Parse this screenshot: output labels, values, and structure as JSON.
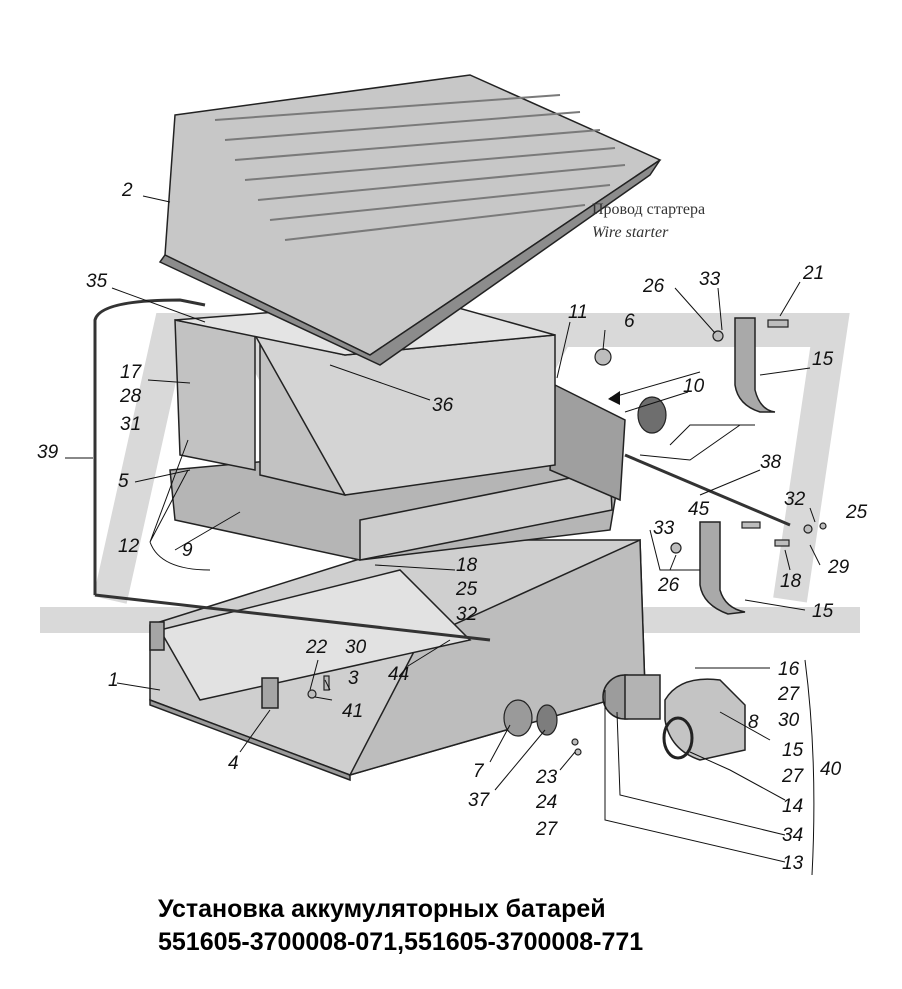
{
  "caption": {
    "line1": "Установка аккумуляторных батарей",
    "line2": "551605-3700008-071,551605-3700008-771"
  },
  "wire_label": {
    "ru": "Провод стартера",
    "en": "Wire starter"
  },
  "callouts": {
    "c1": "1",
    "c2": "2",
    "c3": "3",
    "c4": "4",
    "c5": "5",
    "c6": "6",
    "c7": "7",
    "c8": "8",
    "c9": "9",
    "c10": "10",
    "c11": "11",
    "c12": "12",
    "c13": "13",
    "c14": "14",
    "c15a": "15",
    "c15b": "15",
    "c15c": "15",
    "c16": "16",
    "c17": "17",
    "c18a": "18",
    "c18b": "18",
    "c21": "21",
    "c22": "22",
    "c23": "23",
    "c24": "24",
    "c25a": "25",
    "c25b": "25",
    "c26a": "26",
    "c26b": "26",
    "c27a": "27",
    "c27b": "27",
    "c27c": "27",
    "c28": "28",
    "c29": "29",
    "c30a": "30",
    "c30b": "30",
    "c31": "31",
    "c32a": "32",
    "c32b": "32",
    "c33a": "33",
    "c33b": "33",
    "c34": "34",
    "c35": "35",
    "c36": "36",
    "c37": "37",
    "c38": "38",
    "c39": "39",
    "c40": "40",
    "c41": "41",
    "c44": "44",
    "c45": "45"
  },
  "colors": {
    "watermark": "#d6d6d6",
    "part_fill": "#c9c9c9",
    "part_dark": "#8a8a8a",
    "line": "#111111"
  }
}
